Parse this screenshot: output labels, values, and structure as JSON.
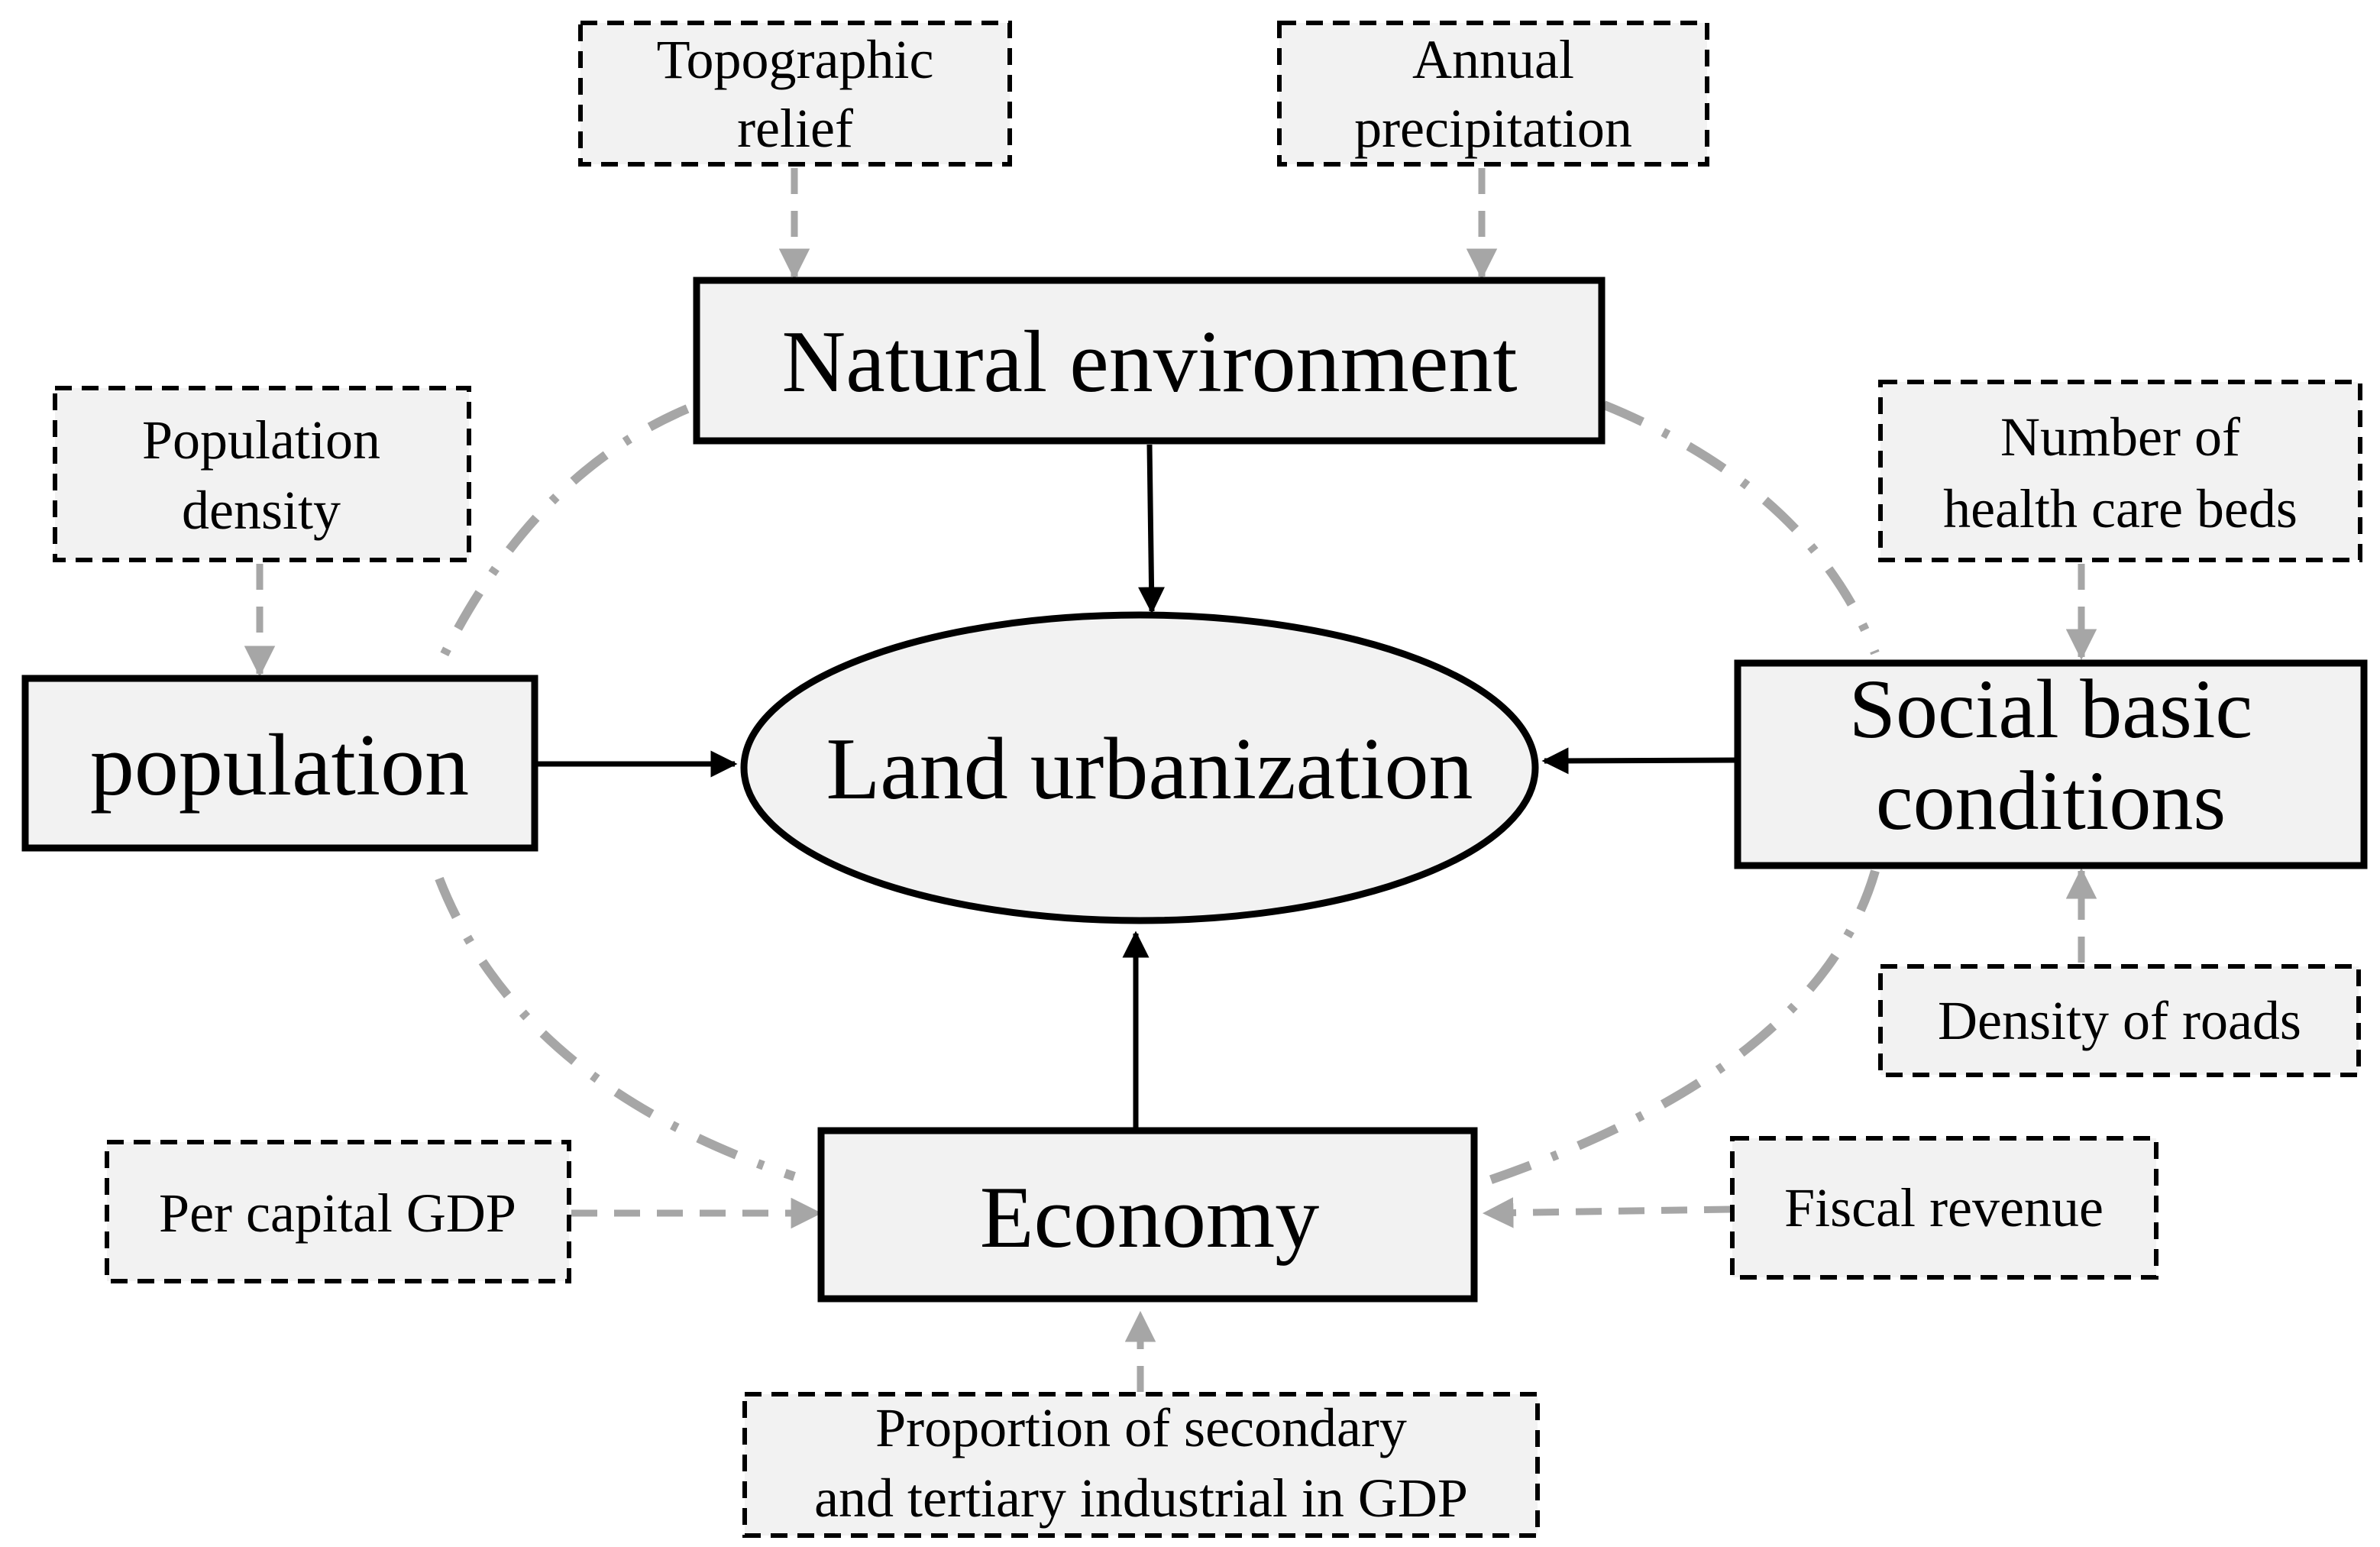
{
  "center": {
    "label": "Land urbanization"
  },
  "factors": {
    "natural_environment": {
      "label": "Natural environment"
    },
    "population": {
      "label": "population"
    },
    "social": {
      "line1": "Social basic",
      "line2": "conditions"
    },
    "economy": {
      "label": "Economy"
    }
  },
  "indicators": {
    "topographic": {
      "line1": "Topographic",
      "line2": "relief"
    },
    "precipitation": {
      "line1": "Annual",
      "line2": "precipitation"
    },
    "pop_density": {
      "line1": "Population",
      "line2": "density"
    },
    "health_beds": {
      "line1": "Number of",
      "line2": "health care beds"
    },
    "roads": {
      "label": "Density of roads"
    },
    "gdp": {
      "label": "Per capital GDP"
    },
    "fiscal": {
      "label": "Fiscal revenue"
    },
    "industry": {
      "line1": "Proportion of secondary",
      "line2": "and tertiary industrial in GDP"
    }
  },
  "colors": {
    "box_fill": "#f2f2f2",
    "stroke": "#000000",
    "dashed_arrow": "#a6a6a6",
    "ring": "#a6a6a6"
  }
}
